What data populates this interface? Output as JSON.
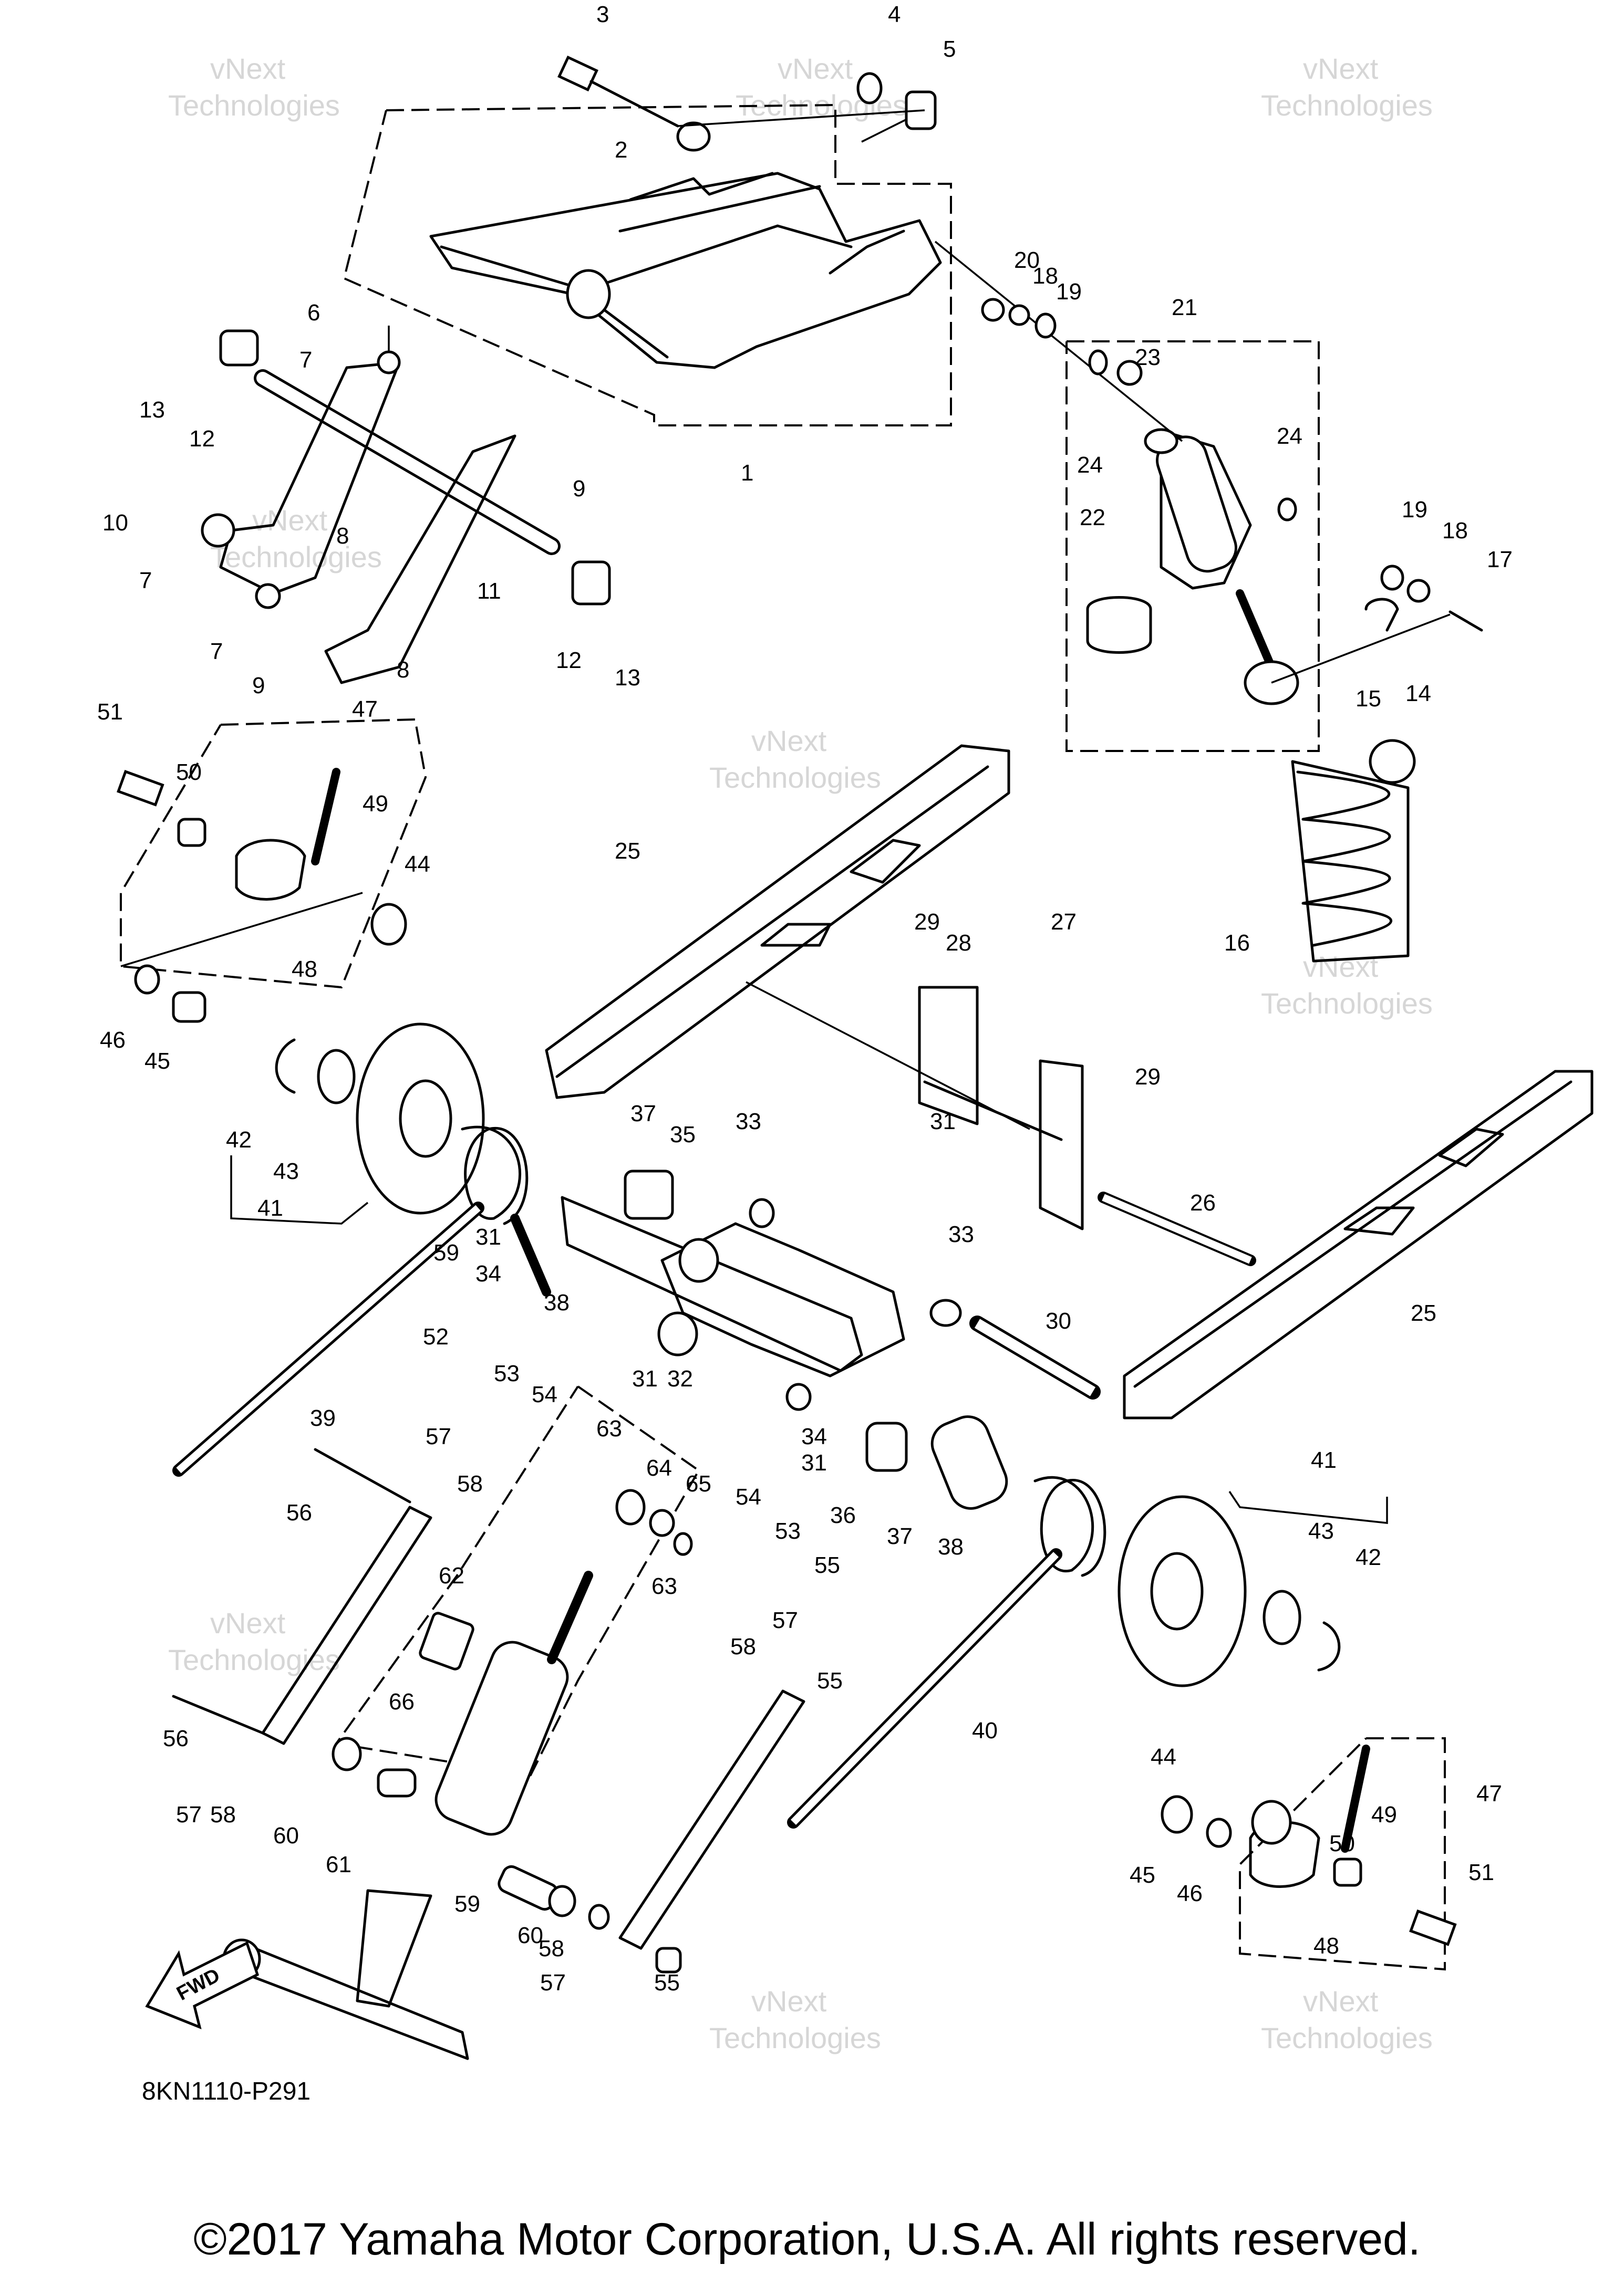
{
  "diagram": {
    "reference_code": "8KN1110-P291",
    "direction_label": "FWD",
    "copyright": "©2017 Yamaha Motor Corporation, U.S.A. All rights reserved.",
    "watermark": {
      "line1": "vNext",
      "line2": "Technologies"
    },
    "callouts": [
      {
        "id": "c3",
        "label": "3"
      },
      {
        "id": "c4",
        "label": "4"
      },
      {
        "id": "c5",
        "label": "5"
      },
      {
        "id": "c2",
        "label": "2"
      },
      {
        "id": "c1",
        "label": "1"
      },
      {
        "id": "c6",
        "label": "6"
      },
      {
        "id": "c7a",
        "label": "7"
      },
      {
        "id": "c13a",
        "label": "13"
      },
      {
        "id": "c12a",
        "label": "12"
      },
      {
        "id": "c9a",
        "label": "9"
      },
      {
        "id": "c10",
        "label": "10"
      },
      {
        "id": "c7b",
        "label": "7"
      },
      {
        "id": "c8a",
        "label": "8"
      },
      {
        "id": "c7c",
        "label": "7"
      },
      {
        "id": "c9b",
        "label": "9"
      },
      {
        "id": "c8b",
        "label": "8"
      },
      {
        "id": "c11",
        "label": "11"
      },
      {
        "id": "c12b",
        "label": "12"
      },
      {
        "id": "c13b",
        "label": "13"
      },
      {
        "id": "c20",
        "label": "20"
      },
      {
        "id": "c18a",
        "label": "18"
      },
      {
        "id": "c19a",
        "label": "19"
      },
      {
        "id": "c21",
        "label": "21"
      },
      {
        "id": "c23",
        "label": "23"
      },
      {
        "id": "c24a",
        "label": "24"
      },
      {
        "id": "c24b",
        "label": "24"
      },
      {
        "id": "c22",
        "label": "22"
      },
      {
        "id": "c19b",
        "label": "19"
      },
      {
        "id": "c18b",
        "label": "18"
      },
      {
        "id": "c17",
        "label": "17"
      },
      {
        "id": "c15",
        "label": "15"
      },
      {
        "id": "c14",
        "label": "14"
      },
      {
        "id": "c16",
        "label": "16"
      },
      {
        "id": "c51a",
        "label": "51"
      },
      {
        "id": "c47a",
        "label": "47"
      },
      {
        "id": "c50a",
        "label": "50"
      },
      {
        "id": "c49a",
        "label": "49"
      },
      {
        "id": "c44a",
        "label": "44"
      },
      {
        "id": "c48a",
        "label": "48"
      },
      {
        "id": "c46a",
        "label": "46"
      },
      {
        "id": "c45a",
        "label": "45"
      },
      {
        "id": "c42a",
        "label": "42"
      },
      {
        "id": "c43a",
        "label": "43"
      },
      {
        "id": "c41a",
        "label": "41"
      },
      {
        "id": "c25a",
        "label": "25"
      },
      {
        "id": "c29a",
        "label": "29"
      },
      {
        "id": "c28",
        "label": "28"
      },
      {
        "id": "c27",
        "label": "27"
      },
      {
        "id": "c29b",
        "label": "29"
      },
      {
        "id": "c26",
        "label": "26"
      },
      {
        "id": "c25b",
        "label": "25"
      },
      {
        "id": "c37a",
        "label": "37"
      },
      {
        "id": "c35",
        "label": "35"
      },
      {
        "id": "c33a",
        "label": "33"
      },
      {
        "id": "c31a",
        "label": "31"
      },
      {
        "id": "c33b",
        "label": "33"
      },
      {
        "id": "c30",
        "label": "30"
      },
      {
        "id": "c31b",
        "label": "31"
      },
      {
        "id": "c34a",
        "label": "34"
      },
      {
        "id": "c59a",
        "label": "59"
      },
      {
        "id": "c38a",
        "label": "38"
      },
      {
        "id": "c52",
        "label": "52"
      },
      {
        "id": "c53a",
        "label": "53"
      },
      {
        "id": "c54a",
        "label": "54"
      },
      {
        "id": "c31c",
        "label": "31"
      },
      {
        "id": "c32",
        "label": "32"
      },
      {
        "id": "c34b",
        "label": "34"
      },
      {
        "id": "c31d",
        "label": "31"
      },
      {
        "id": "c36",
        "label": "36"
      },
      {
        "id": "c37b",
        "label": "37"
      },
      {
        "id": "c38b",
        "label": "38"
      },
      {
        "id": "c39",
        "label": "39"
      },
      {
        "id": "c57a",
        "label": "57"
      },
      {
        "id": "c58a",
        "label": "58"
      },
      {
        "id": "c56a",
        "label": "56"
      },
      {
        "id": "c63a",
        "label": "63"
      },
      {
        "id": "c64",
        "label": "64"
      },
      {
        "id": "c65",
        "label": "65"
      },
      {
        "id": "c54b",
        "label": "54"
      },
      {
        "id": "c53b",
        "label": "53"
      },
      {
        "id": "c55a",
        "label": "55"
      },
      {
        "id": "c63b",
        "label": "63"
      },
      {
        "id": "c62",
        "label": "62"
      },
      {
        "id": "c57b",
        "label": "57"
      },
      {
        "id": "c58b",
        "label": "58"
      },
      {
        "id": "c55b",
        "label": "55"
      },
      {
        "id": "c66",
        "label": "66"
      },
      {
        "id": "c56b",
        "label": "56"
      },
      {
        "id": "c57c",
        "label": "57"
      },
      {
        "id": "c58c",
        "label": "58"
      },
      {
        "id": "c60a",
        "label": "60"
      },
      {
        "id": "c61",
        "label": "61"
      },
      {
        "id": "c59b",
        "label": "59"
      },
      {
        "id": "c60b",
        "label": "60"
      },
      {
        "id": "c58d",
        "label": "58"
      },
      {
        "id": "c57d",
        "label": "57"
      },
      {
        "id": "c55c",
        "label": "55"
      },
      {
        "id": "c40",
        "label": "40"
      },
      {
        "id": "c41b",
        "label": "41"
      },
      {
        "id": "c43b",
        "label": "43"
      },
      {
        "id": "c42b",
        "label": "42"
      },
      {
        "id": "c44b",
        "label": "44"
      },
      {
        "id": "c49b",
        "label": "49"
      },
      {
        "id": "c47b",
        "label": "47"
      },
      {
        "id": "c45b",
        "label": "45"
      },
      {
        "id": "c46b",
        "label": "46"
      },
      {
        "id": "c50b",
        "label": "50"
      },
      {
        "id": "c48b",
        "label": "48"
      },
      {
        "id": "c51b",
        "label": "51"
      }
    ]
  }
}
